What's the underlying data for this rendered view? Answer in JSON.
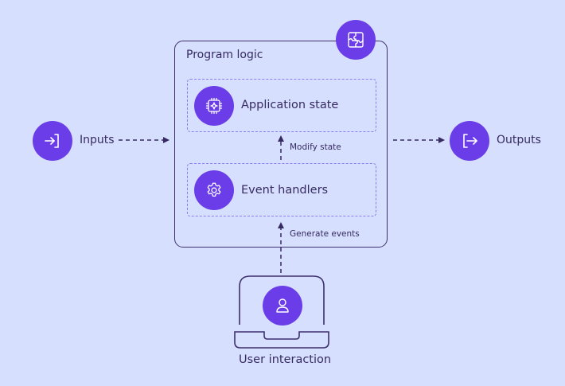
{
  "colors": {
    "background": "#d6dffe",
    "accent": "#6a3de8",
    "ink": "#372a63",
    "dashed_border": "#8b7cf0"
  },
  "nodes": {
    "inputs": {
      "label": "Inputs",
      "icon": "login-arrow-icon"
    },
    "outputs": {
      "label": "Outputs",
      "icon": "logout-arrow-icon"
    },
    "program_logic": {
      "label": "Program logic",
      "icon": "puzzle-icon"
    },
    "application_state": {
      "label": "Application state",
      "icon": "chip-icon"
    },
    "event_handlers": {
      "label": "Event handlers",
      "icon": "gear-icon"
    },
    "user_interaction": {
      "label": "User interaction",
      "icon": "user-icon"
    }
  },
  "edges": {
    "modify_state": {
      "label": "Modify state",
      "from": "Event handlers",
      "to": "Application state"
    },
    "generate_events": {
      "label": "Generate events",
      "from": "User interaction",
      "to": "Event handlers"
    },
    "inputs_to_logic": {
      "label": "",
      "from": "Inputs",
      "to": "Program logic"
    },
    "logic_to_outputs": {
      "label": "",
      "from": "Program logic",
      "to": "Outputs"
    }
  }
}
